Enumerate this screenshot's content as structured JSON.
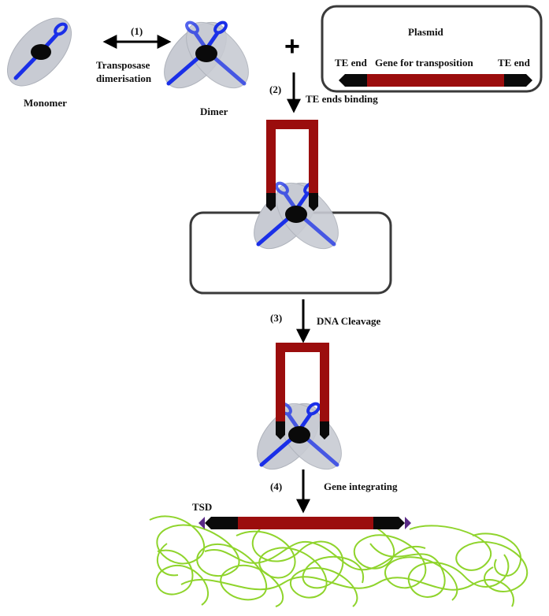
{
  "colors": {
    "complex_ellipse": "#c8cbd3",
    "scissor_blade": "#1a2fe8",
    "scissor_hub": "#0a0a0a",
    "te_end": "#0a0a0a",
    "gene": "#9b0d0d",
    "genome": "#8fd42c",
    "tsd": "#5a2a86",
    "box_stroke": "#3a3a3a"
  },
  "steps": {
    "step1": {
      "number": "(1)",
      "label_line1": "Transposase",
      "label_line2": "dimerisation"
    },
    "step2": {
      "number": "(2)",
      "label": "TE ends binding"
    },
    "step3": {
      "number": "(3)",
      "label": "DNA Cleavage"
    },
    "step4": {
      "number": "(4)",
      "label": "Gene integrating"
    }
  },
  "labels": {
    "monomer": "Monomer",
    "dimer": "Dimer",
    "plus": "+",
    "tsd": "TSD"
  },
  "plasmid": {
    "title": "Plasmid",
    "te_end_left": "TE end",
    "gene": "Gene for transposition",
    "te_end_right": "TE end"
  }
}
